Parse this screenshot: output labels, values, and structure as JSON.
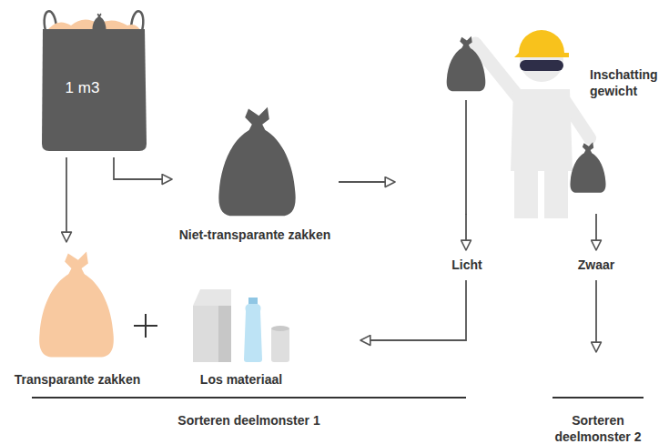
{
  "diagram": {
    "nodes": [
      {
        "text": [
          "1 m3"
        ]
      },
      {
        "text": [
          "Niet-transparante zakken"
        ]
      },
      {
        "text": [
          "Inschatting gewicht"
        ]
      },
      {
        "text": [
          "Licht"
        ]
      },
      {
        "text": [
          "Zwaar"
        ]
      },
      {
        "text": [
          "Transparante zakken"
        ]
      },
      {
        "text": [
          "Los materiaal"
        ]
      },
      {
        "text": [
          "Sorteren deelmonster 1"
        ]
      },
      {
        "text": [
          "Sorteren deelmonster 2"
        ]
      }
    ],
    "edges": [
      {
        "from": 0,
        "to": 5,
        "arrow": "to"
      },
      {
        "from": 0,
        "to": 1,
        "arrow": "to"
      },
      {
        "from": 1,
        "to": 2,
        "arrow": "to"
      },
      {
        "from": 2,
        "to": 3,
        "arrow": "to"
      },
      {
        "from": 2,
        "to": 4,
        "arrow": "to"
      },
      {
        "from": 3,
        "to": 6,
        "arrow": "to"
      },
      {
        "from": 4,
        "to": 8,
        "arrow": "to"
      }
    ]
  }
}
